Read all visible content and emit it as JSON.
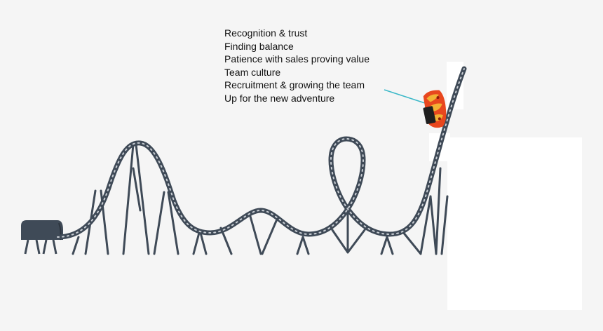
{
  "notes": {
    "items": [
      "Recognition & trust",
      "Finding balance",
      "Patience with sales proving value",
      "Team culture",
      "Recruitment & growing the team",
      "Up for the new adventure"
    ]
  },
  "colors": {
    "background": "#f5f5f5",
    "track": "#3f4a57",
    "pointer": "#3bb8c8",
    "car": "#e8471e",
    "car_accent": "#f2b134"
  },
  "icons": {
    "car": "roller-coaster-car-icon",
    "tunnel": "station-tunnel-icon"
  }
}
